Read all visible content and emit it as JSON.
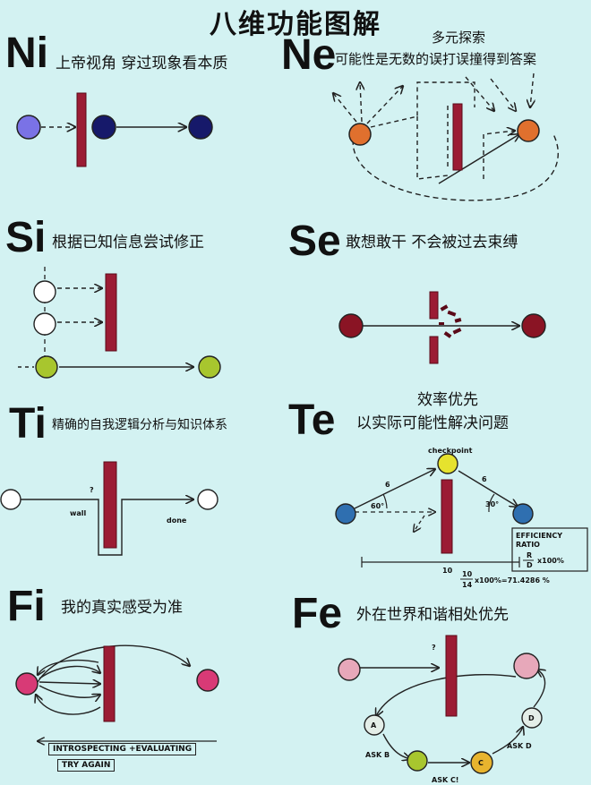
{
  "title": "八维功能图解",
  "functions": {
    "ni": {
      "code": "Ni",
      "desc": "上帝视角 穿过现象看本质"
    },
    "ne": {
      "code": "Ne",
      "note": "多元探索",
      "desc": "可能性是无数的误打误撞得到答案"
    },
    "si": {
      "code": "Si",
      "desc": "根据已知信息尝试修正"
    },
    "se": {
      "code": "Se",
      "desc": "敢想敢干 不会被过去束缚"
    },
    "ti": {
      "code": "Ti",
      "desc": "精确的自我逻辑分析与知识体系"
    },
    "te": {
      "code": "Te",
      "note": "效率优先",
      "desc": "以实际可能性解决问题"
    },
    "fi": {
      "code": "Fi",
      "desc": "我的真实感受为准"
    },
    "fe": {
      "code": "Fe",
      "desc": "外在世界和谐相处优先"
    }
  },
  "diagram_labels": {
    "ti_question": "?",
    "ti_wall": "wall",
    "ti_done": "done",
    "te_checkpoint": "checkpoint",
    "te_6a": "6",
    "te_6b": "6",
    "te_60": "60°",
    "te_30": "30°",
    "te_10": "10",
    "te_eff_1": "EFFICIENCY",
    "te_eff_2": "RATIO",
    "te_frac_num": "R",
    "te_frac_den": "D",
    "te_pct": "x100%",
    "te_calc": "x100%=71.4286 %",
    "te_calc_num": "10",
    "te_calc_den": "14",
    "fi_box1": "INTROSPECTING +EVALUATING",
    "fi_box2": "TRY AGAIN",
    "fe_q": "?",
    "fe_ask_b": "ASK B",
    "fe_ask_c": "ASK C!",
    "fe_ask_d": "ASK D",
    "fe_a": "A",
    "fe_c": "C",
    "fe_d": "D"
  },
  "colors": {
    "wall": "#9b1c34",
    "ni": "#7a72e6",
    "navy": "#16196a",
    "ne": "#e0702e",
    "si": "#a8c62e",
    "se": "#8a1424",
    "ti": "#ffffff",
    "te_blue": "#2f6fb0",
    "te_yellow": "#e6e22e",
    "fi": "#d83a76",
    "fe": "#e7a8ba"
  }
}
